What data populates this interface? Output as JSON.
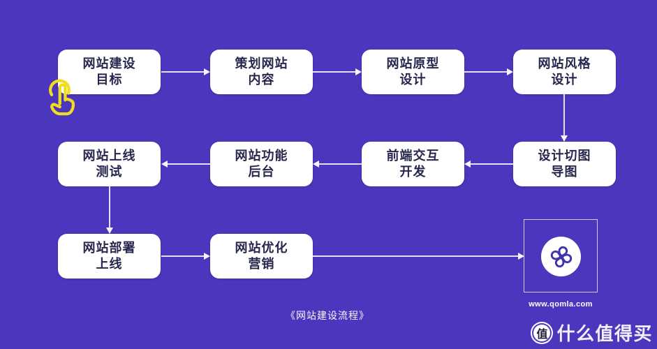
{
  "colors": {
    "background": "#4C36BD",
    "node_background": "#FFFFFF",
    "node_text": "#27274E",
    "arrow": "#FFFFFF",
    "logo_glyph": "#4133AC",
    "cursor_yellow": "#F0DE1E"
  },
  "flow": {
    "caption": "《网站建设流程》",
    "nodes": [
      {
        "line1": "网站建设",
        "line2": "目标"
      },
      {
        "line1": "策划网站",
        "line2": "内容"
      },
      {
        "line1": "网站原型",
        "line2": "设计"
      },
      {
        "line1": "网站风格",
        "line2": "设计"
      },
      {
        "line1": "设计切图",
        "line2": "导图"
      },
      {
        "line1": "前端交互",
        "line2": "开发"
      },
      {
        "line1": "网站功能",
        "line2": "后台"
      },
      {
        "line1": "网站上线",
        "line2": "测试"
      },
      {
        "line1": "网站部署",
        "line2": "上线"
      },
      {
        "line1": "网站优化",
        "line2": "营销"
      }
    ],
    "logo": {
      "icon": "qomla-clover-logo",
      "website": "www.qomla.com"
    }
  },
  "watermark": {
    "badge": "值",
    "brand": "什么值得买"
  }
}
